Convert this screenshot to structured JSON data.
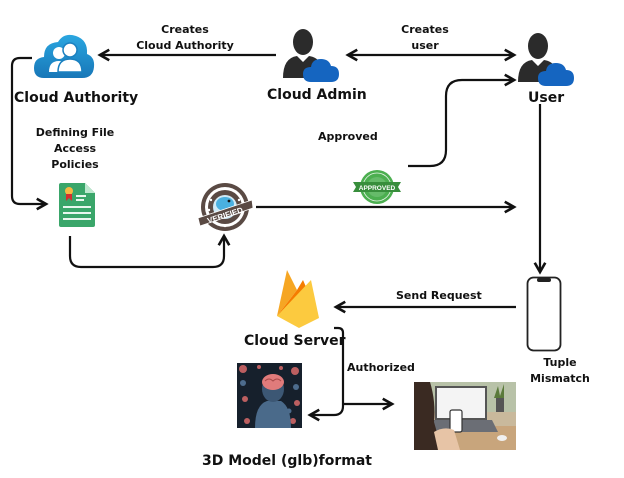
{
  "diagram": {
    "nodes": {
      "cloud_authority": {
        "title": "Cloud Authority",
        "icon": "cloud-users-icon"
      },
      "cloud_admin": {
        "title": "Cloud Admin",
        "icon": "admin-cloud-user-icon"
      },
      "user": {
        "title": "User",
        "icon": "cloud-user-icon"
      },
      "policy_document": {
        "icon": "certificate-document-icon"
      },
      "verified_badge": {
        "icon": "verified-badge-icon",
        "text": "VERIFIED"
      },
      "approved_stamp": {
        "icon": "approved-stamp-icon",
        "text": "APPROVED"
      },
      "cloud_server": {
        "title": "Cloud Server",
        "icon": "firebase-flame-icon"
      },
      "smartphone": {
        "caption_line1": "Tuple",
        "caption_line2": "Mismatch",
        "icon": "smartphone-icon"
      },
      "model_3d": {
        "title": "3D Model (glb)format",
        "icon": "anatomy-3d-model-image"
      },
      "device_user_photo": {
        "icon": "laptop-phone-user-image"
      }
    },
    "edges": {
      "creates_cloud_authority": {
        "line1": "Creates",
        "line2": "Cloud Authority"
      },
      "creates_user": {
        "line1": "Creates",
        "line2": "user"
      },
      "defining_policies": {
        "line1": "Defining File",
        "line2": "Access",
        "line3": "Policies"
      },
      "approved": {
        "label": "Approved"
      },
      "send_request": {
        "label": "Send Request"
      },
      "authorized": {
        "label": "Authorized"
      }
    },
    "colors": {
      "cloud_blue": "#1565c0",
      "authority_blue": "#1e88d0",
      "person_dark": "#2b2b2b",
      "doc_green": "#3aa66a",
      "stamp_green": "#4caf50",
      "flame_orange": "#f6a623",
      "flame_yellow": "#fcca3f",
      "badge_brown": "#5a4a44"
    }
  }
}
